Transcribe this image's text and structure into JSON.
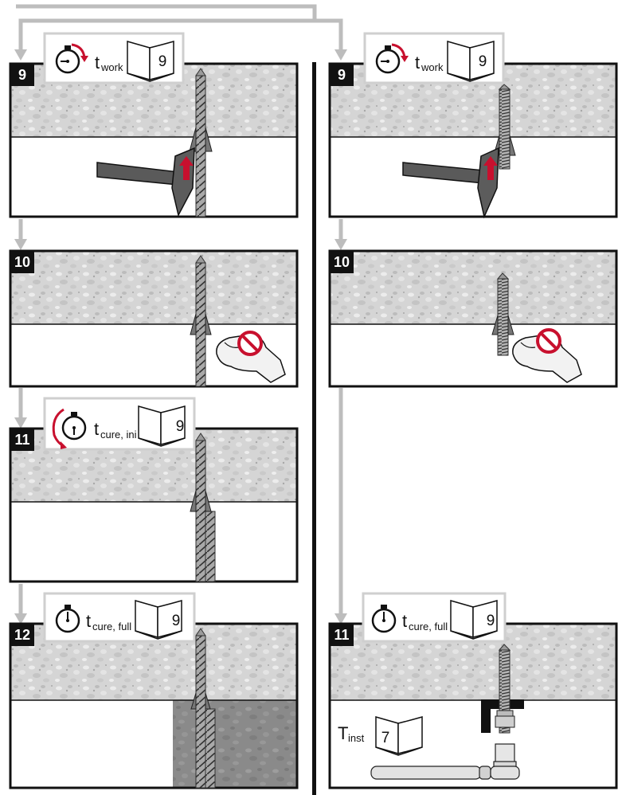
{
  "left_column": {
    "step9": {
      "number": "9",
      "timer": {
        "symbol": "t",
        "subscript": "work"
      },
      "book_page": "9"
    },
    "step10": {
      "number": "10"
    },
    "step11": {
      "number": "11",
      "timer": {
        "symbol": "t",
        "subscript": "cure, ini"
      },
      "book_page": "9"
    },
    "step12": {
      "number": "12",
      "timer": {
        "symbol": "t",
        "subscript": "cure, full"
      },
      "book_page": "9"
    }
  },
  "right_column": {
    "step9": {
      "number": "9",
      "timer": {
        "symbol": "t",
        "subscript": "work"
      },
      "book_page": "9"
    },
    "step10": {
      "number": "10"
    },
    "step11": {
      "number": "11",
      "timer": {
        "symbol": "t",
        "subscript": "cure, full"
      },
      "book_page": "9",
      "torque": {
        "symbol": "T",
        "subscript": "inst",
        "book_page": "7"
      }
    }
  },
  "colors": {
    "accent_red": "#c8102e",
    "frame": "#111111",
    "panel_bg": "#e8e8e8",
    "arrow": "#bdbdbd"
  },
  "icons": [
    "stopwatch-icon",
    "manual-book-icon",
    "hammer-icon",
    "gloved-hand-icon",
    "prohibition-icon",
    "torque-wrench-icon"
  ]
}
